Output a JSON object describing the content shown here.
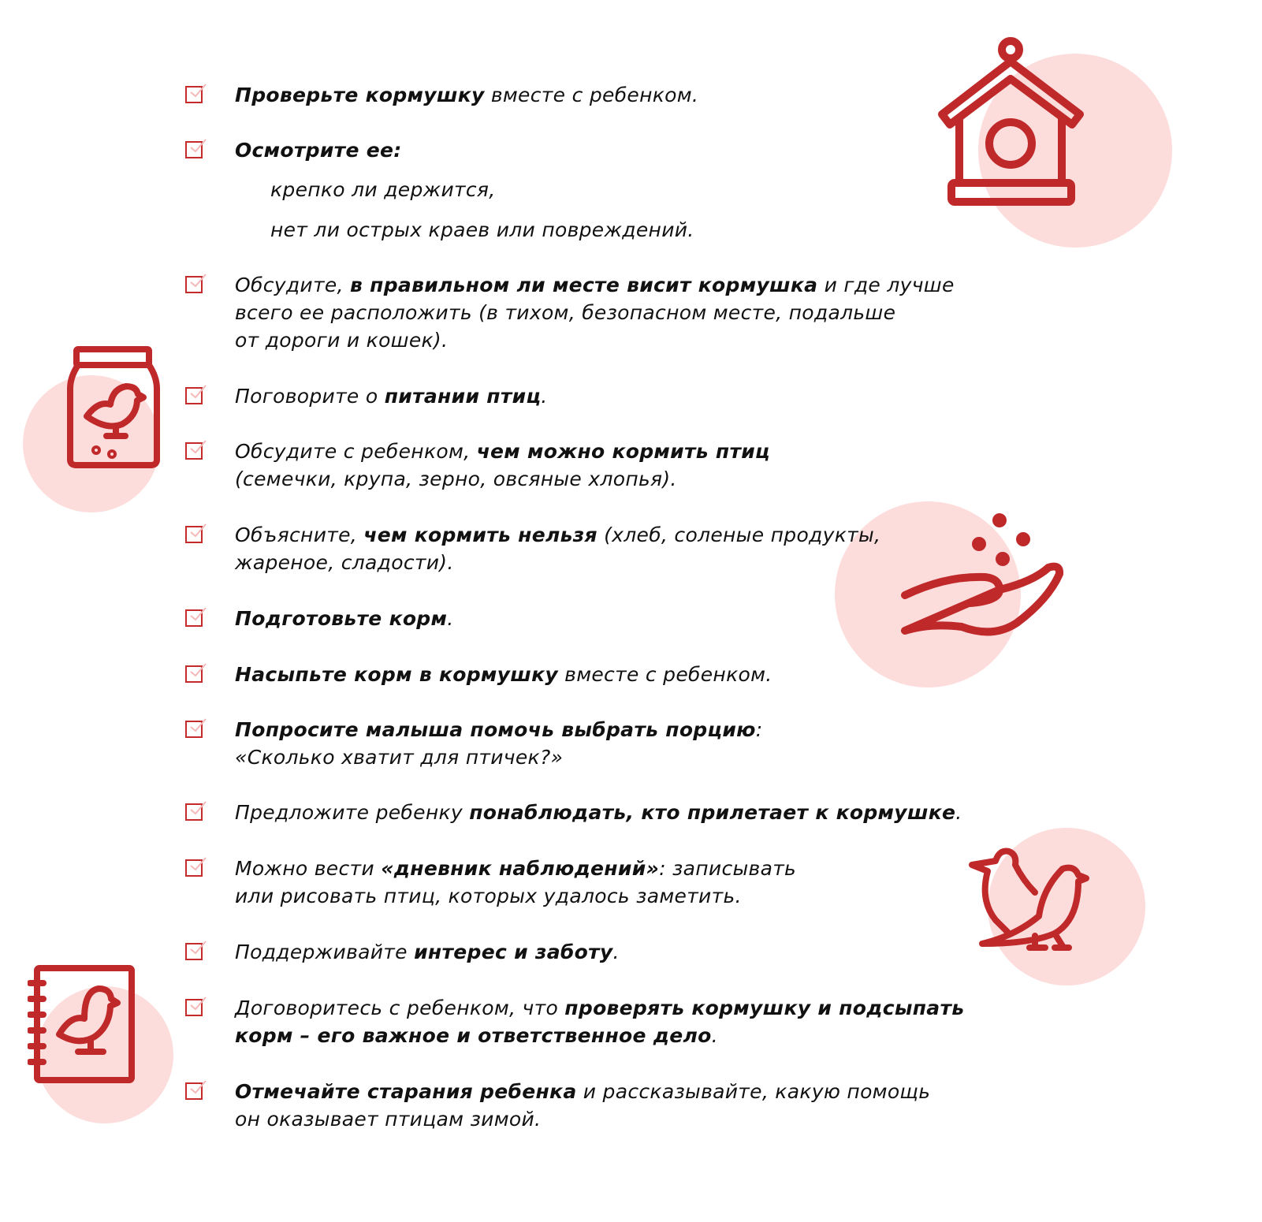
{
  "colors": {
    "accent": "#c0292a",
    "circle": "#fddcdc"
  },
  "icons": [
    "birdhouse-icon",
    "jar-bird-icon",
    "hand-feeding-icon",
    "two-birds-icon",
    "notebook-bird-icon"
  ],
  "items": [
    {
      "lines": [
        [
          {
            "t": "Проверьте кормушку",
            "b": true
          },
          {
            "t": " вместе с ребенком."
          }
        ]
      ]
    },
    {
      "lines": [
        [
          {
            "t": "Осмотрите ее:",
            "b": true
          }
        ]
      ],
      "sub": [
        "крепко ли держится,",
        "нет ли острых краев или повреждений."
      ]
    },
    {
      "lines": [
        [
          {
            "t": "Обсудите, "
          },
          {
            "t": "в правильном ли месте висит кормушка",
            "b": true
          },
          {
            "t": " и где лучше"
          }
        ],
        [
          {
            "t": "всего ее расположить (в тихом, безопасном месте, подальше"
          }
        ],
        [
          {
            "t": "от дороги и кошек)."
          }
        ]
      ]
    },
    {
      "lines": [
        [
          {
            "t": "Поговорите о "
          },
          {
            "t": "питании птиц",
            "b": true
          },
          {
            "t": "."
          }
        ]
      ]
    },
    {
      "lines": [
        [
          {
            "t": "Обсудите с ребенком, "
          },
          {
            "t": "чем можно кормить птиц",
            "b": true
          }
        ],
        [
          {
            "t": "(семечки, крупа, зерно, овсяные хлопья)."
          }
        ]
      ]
    },
    {
      "lines": [
        [
          {
            "t": "Объясните, "
          },
          {
            "t": "чем кормить нельзя",
            "b": true
          },
          {
            "t": " (хлеб, соленые продукты,"
          }
        ],
        [
          {
            "t": "жареное, сладости)."
          }
        ]
      ]
    },
    {
      "lines": [
        [
          {
            "t": "Подготовьте корм",
            "b": true
          },
          {
            "t": "."
          }
        ]
      ]
    },
    {
      "lines": [
        [
          {
            "t": "Насыпьте корм в кормушку",
            "b": true
          },
          {
            "t": " вместе с ребенком."
          }
        ]
      ]
    },
    {
      "lines": [
        [
          {
            "t": "Попросите малыша помочь выбрать порцию",
            "b": true
          },
          {
            "t": ":"
          }
        ],
        [
          {
            "t": "«Сколько хватит для птичек?»"
          }
        ]
      ]
    },
    {
      "lines": [
        [
          {
            "t": "Предложите ребенку "
          },
          {
            "t": "понаблюдать, кто прилетает к кормушке",
            "b": true
          },
          {
            "t": "."
          }
        ]
      ]
    },
    {
      "lines": [
        [
          {
            "t": "Можно вести "
          },
          {
            "t": "«дневник наблюдений»",
            "b": true
          },
          {
            "t": ": записывать"
          }
        ],
        [
          {
            "t": "или рисовать птиц, которых удалось заметить."
          }
        ]
      ]
    },
    {
      "lines": [
        [
          {
            "t": "Поддерживайте "
          },
          {
            "t": "интерес и заботу",
            "b": true
          },
          {
            "t": "."
          }
        ]
      ]
    },
    {
      "lines": [
        [
          {
            "t": "Договоритесь с ребенком, что "
          },
          {
            "t": "проверять кормушку и подсыпать",
            "b": true
          }
        ],
        [
          {
            "t": "корм – его важное и ответственное дело",
            "b": true
          },
          {
            "t": "."
          }
        ]
      ]
    },
    {
      "lines": [
        [
          {
            "t": "Отмечайте старания ребенка",
            "b": true
          },
          {
            "t": " и рассказывайте, какую помощь"
          }
        ],
        [
          {
            "t": "он оказывает птицам зимой."
          }
        ]
      ]
    }
  ]
}
